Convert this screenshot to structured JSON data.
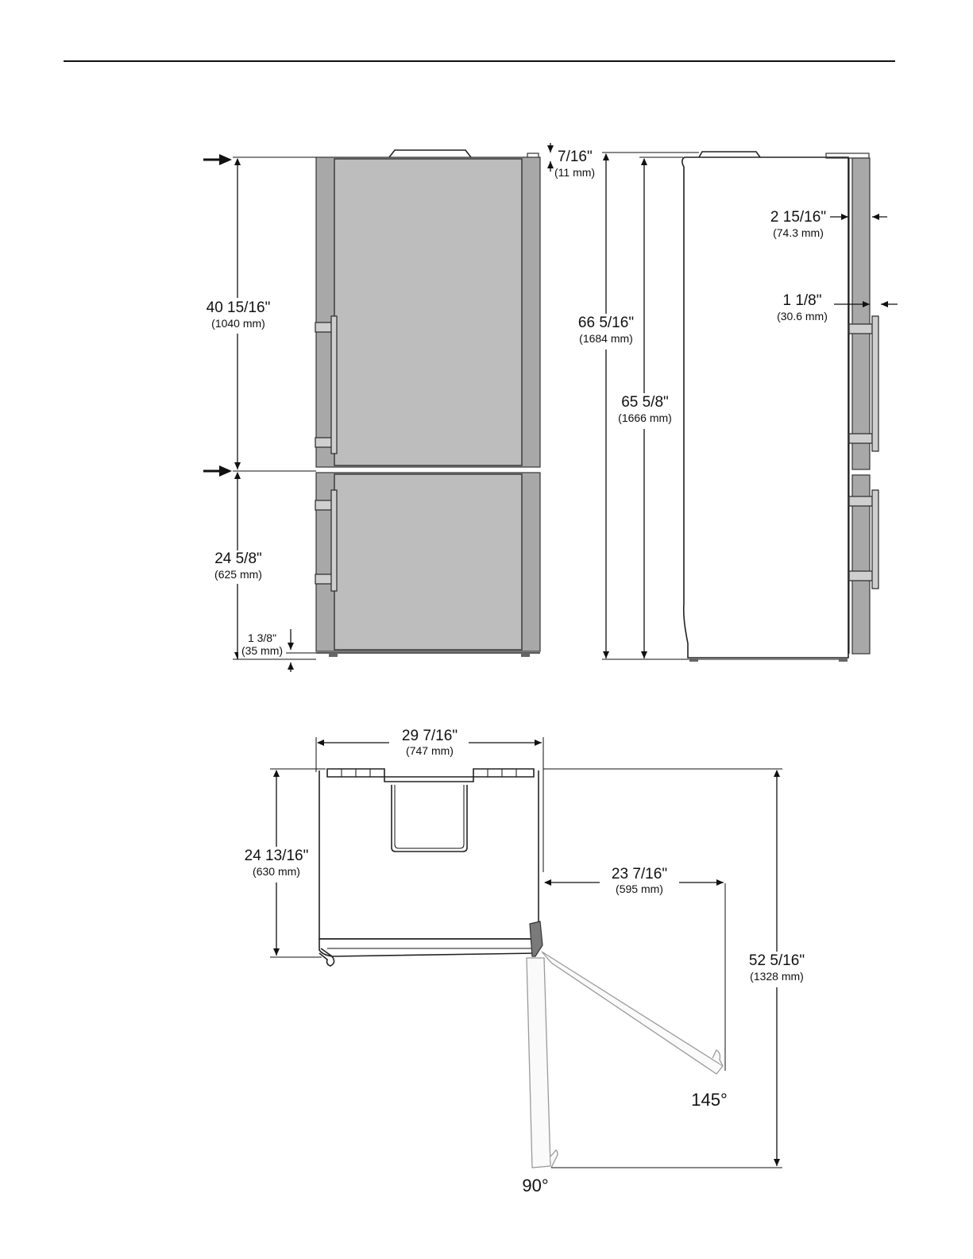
{
  "front_view": {
    "freezer_height": {
      "imperial": "40 15/16\"",
      "metric": "(1040 mm)"
    },
    "fridge_height": {
      "imperial": "24 5/8\"",
      "metric": "(625 mm)"
    },
    "leg_height": {
      "imperial": "1 3/8\"",
      "metric": "(35 mm)"
    },
    "top_hinge": {
      "imperial": "7/16\"",
      "metric": "(11 mm)"
    }
  },
  "side_view": {
    "total_height": {
      "imperial": "66 5/16\"",
      "metric": "(1684 mm)"
    },
    "cabinet_height": {
      "imperial": "65 5/8\"",
      "metric": "(1666 mm)"
    },
    "door_depth": {
      "imperial": "2 15/16\"",
      "metric": "(74.3 mm)"
    },
    "handle_depth": {
      "imperial": "1 1/8\"",
      "metric": "(30.6 mm)"
    }
  },
  "top_view": {
    "width": {
      "imperial": "29 7/16\"",
      "metric": "(747 mm)"
    },
    "depth": {
      "imperial": "24 13/16\"",
      "metric": "(630 mm)"
    },
    "door_swing": {
      "imperial": "23 7/16\"",
      "metric": "(595 mm)"
    },
    "open_depth": {
      "imperial": "52 5/16\"",
      "metric": "(1328 mm)"
    },
    "angle_145": "145°",
    "angle_90": "90°"
  }
}
